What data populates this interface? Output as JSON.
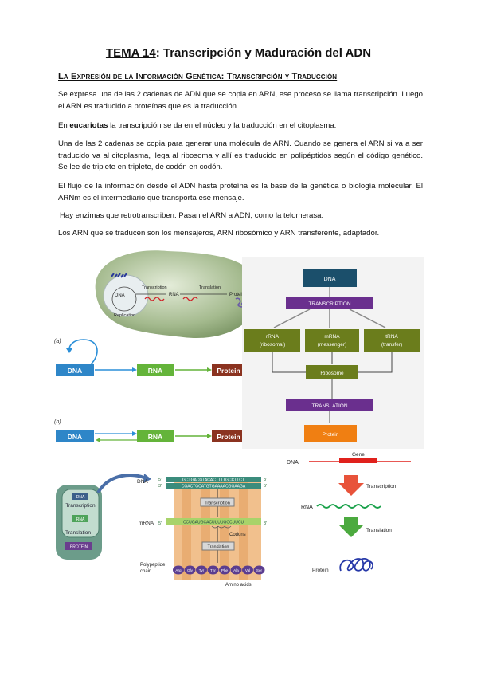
{
  "title": {
    "prefix": "TEMA 14",
    "rest": ": Transcripción y Maduración del ADN"
  },
  "subtitle": "La Expresión de la Información Genética: Transcripción y Traducción",
  "paragraphs": {
    "p1": "Se expresa una de las 2 cadenas de ADN que se copia en ARN, ese proceso se llama transcripción. Luego el ARN es traducido a proteínas que es la traducción.",
    "p2_pre": "En ",
    "p2_bold": "eucariotas",
    "p2_post": " la transcripción se da en el núcleo y la traducción en el citoplasma.",
    "p3": "Una de las 2 cadenas se copia para generar una molécula de ARN. Cuando se genera el ARN si va a ser traducido va al citoplasma, llega al ribosoma y allí es traducido en polipéptidos según el código genético. Se lee de triplete en triplete, de codón en codón.",
    "p4": "El flujo de la información desde el ADN hasta proteína es la base de la genética o biología molecular. El ARNm es el intermediario que transporta ese mensaje.",
    "p5": "Hay enzimas que retrotranscriben. Pasan el ARN a ADN, como la telomerasa.",
    "p6": "Los ARN que se traducen son los mensajeros, ARN ribosómico y ARN transferente, adaptador."
  },
  "cell_diagram": {
    "dna": "DNA",
    "transcription": "Transcription",
    "rna": "RNA",
    "translation": "Translation",
    "protein": "Protein",
    "replication": "Replication"
  },
  "flow_a": {
    "label": "(a)",
    "dna": "DNA",
    "rna": "RNA",
    "protein": "Protein"
  },
  "flow_b": {
    "label": "(b)",
    "dna": "DNA",
    "rna": "RNA",
    "protein": "Protein"
  },
  "hierarchy": {
    "dna": "DNA",
    "transcription": "TRANSCRIPTION",
    "rrna": "rRNA",
    "rrna_sub": "(ribosomal)",
    "mrna": "mRNA",
    "mrna_sub": "(messenger)",
    "trna": "tRNA",
    "trna_sub": "(transfer)",
    "ribosome": "Ribosome",
    "translation": "TRANSLATION",
    "protein": "Protein",
    "colors": {
      "dna": "#1b4f6b",
      "process": "#6a2f8e",
      "rna": "#6b7d1c",
      "protein": "#f07f12"
    }
  },
  "codon_diagram": {
    "cell_dna": "DNA",
    "cell_transcription": "Transcription",
    "cell_rna": "RNA",
    "cell_translation": "Translation",
    "cell_protein": "PROTEIN",
    "dna": "DNA",
    "prime5": "5'",
    "prime3": "3'",
    "top_strand": "GCTGACGTACACTTTTGCCTTCT",
    "bottom_strand": "CGACTGCATGTGAAAACGGAAGA",
    "transcription": "Transcription",
    "mrna": "mRNA",
    "mrna_seq": "CCUGAUGCACUUUUGCCUUCU",
    "translation": "Translation",
    "codons": "Codons",
    "polypeptide_1": "Polypeptide",
    "polypeptide_2": "chain",
    "amino_acids": "Amino acids",
    "aa": [
      "Arg",
      "Gly",
      "Tyr",
      "Thr",
      "Phe",
      "Ala",
      "Val",
      "Ser"
    ]
  },
  "gene_diagram": {
    "gene": "Gene",
    "dna": "DNA",
    "transcription": "Transcription",
    "rna": "RNA",
    "translation": "Translation",
    "protein": "Protein"
  }
}
